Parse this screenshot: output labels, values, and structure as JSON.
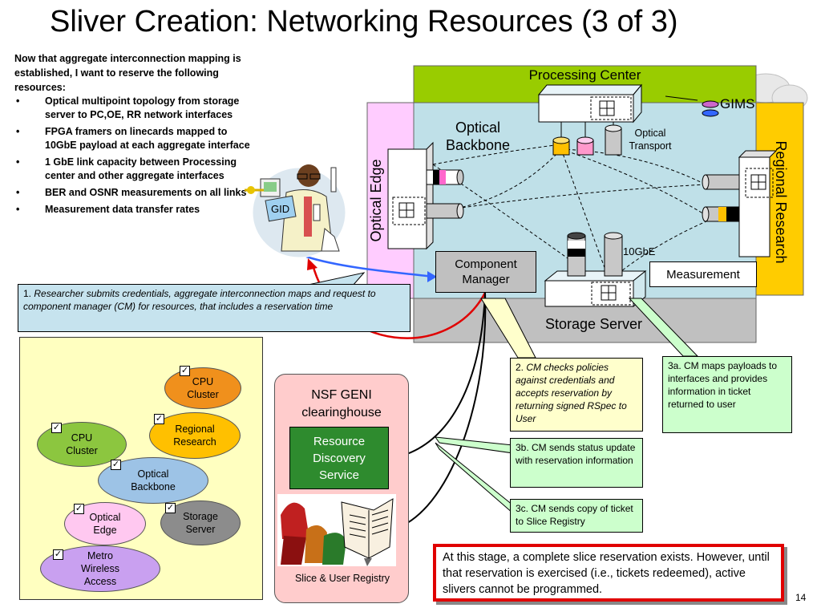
{
  "title": "Sliver Creation: Networking Resources (3 of 3)",
  "intro": {
    "lead": "Now that aggregate interconnection mapping is established, I want to reserve the following resources:",
    "bullets": [
      "Optical multipoint topology from storage server to PC,OE, RR network interfaces",
      "FPGA framers on linecards mapped to 10GbE payload at each aggregate interface",
      "1 GbE link capacity between Processing center and other aggregate interfaces",
      "BER and OSNR measurements on all links",
      "Measurement data transfer rates"
    ]
  },
  "network": {
    "processing_center": "Processing Center",
    "gims": "GIMS",
    "optical_backbone": "Optical\nBackbone",
    "optical_transport": "Optical\nTransport",
    "optical_edge": "Optical Edge",
    "regional_research": "Regional Research",
    "tengbe": "10GbE",
    "component_manager": "Component\nManager",
    "measurement": "Measurement",
    "storage_server": "Storage Server",
    "gid": "GID"
  },
  "step1": {
    "number": "1.",
    "text": "Researcher submits credentials, aggregate interconnection maps and request to component manager (CM) for resources, that includes a reservation time"
  },
  "step2": {
    "number": "2.",
    "text": "CM checks policies against credentials and accepts reservation by returning signed RSpec to User"
  },
  "step3a": "3a. CM maps payloads to interfaces and provides information in ticket returned to user",
  "step3b": "3b. CM sends status update with reservation information",
  "step3c": "3c. CM sends copy of ticket to Slice Registry",
  "clearinghouse": {
    "title": "NSF GENI\nclearinghouse",
    "rds": "Resource\nDiscovery\nService",
    "registry": "Slice & User Registry"
  },
  "bubbles": [
    {
      "id": "cpu-cluster-1",
      "label": "CPU\nCluster",
      "color": "#f0901c"
    },
    {
      "id": "regional-research",
      "label": "Regional\nResearch",
      "color": "#ffc000"
    },
    {
      "id": "cpu-cluster-2",
      "label": "CPU\nCluster",
      "color": "#8cc63f"
    },
    {
      "id": "optical-backbone",
      "label": "Optical\nBackbone",
      "color": "#9dc3e6"
    },
    {
      "id": "optical-edge",
      "label": "Optical\nEdge",
      "color": "#ffc8f0"
    },
    {
      "id": "storage-server",
      "label": "Storage\nServer",
      "color": "#8c8c8c"
    },
    {
      "id": "metro-wireless",
      "label": "Metro\nWireless\nAccess",
      "color": "#c9a0f0"
    }
  ],
  "note": "At this stage, a complete slice reservation exists. However, until that reservation is exercised (i.e., tickets redeemed), active slivers cannot be programmed.",
  "page_number": "14",
  "colors": {
    "processing": "#99cc00",
    "optical_edge": "#ffccff",
    "regional": "#ffcc00",
    "backbone": "#bfe0e8",
    "storage": "#c0c0c0",
    "panel": "#ffffc0",
    "callout_yellow": "#ffffcc",
    "callout_green": "#ccffcc",
    "callout_blue": "#c6e3ee",
    "note_border": "#e00000"
  }
}
